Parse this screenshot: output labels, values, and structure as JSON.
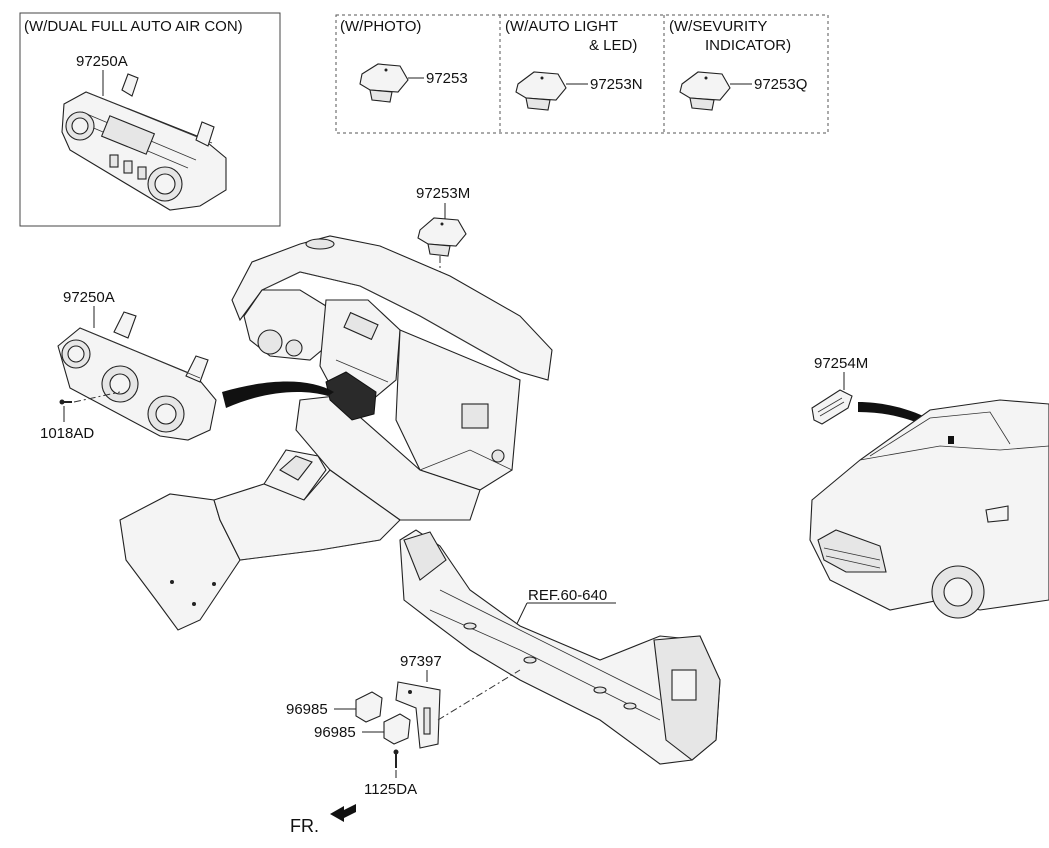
{
  "boxes": {
    "dual_header": "(W/DUAL FULL AUTO AIR CON)",
    "photo_header": "(W/PHOTO)",
    "autolight_header_1": "(W/AUTO LIGHT",
    "autolight_header_2": "& LED)",
    "security_header_1": "(W/SEVURITY",
    "security_header_2": "INDICATOR)"
  },
  "labels": {
    "p97250A_top": "97250A",
    "p97253": "97253",
    "p97253N": "97253N",
    "p97253Q": "97253Q",
    "p97253M": "97253M",
    "p97250A": "97250A",
    "p1018AD": "1018AD",
    "p97254M": "97254M",
    "ref": "REF.60-640",
    "p97397": "97397",
    "p96985_a": "96985",
    "p96985_b": "96985",
    "p1125DA": "1125DA",
    "front": "FR."
  },
  "colors": {
    "line": "#222222",
    "fill": "#f4f4f4",
    "accent": "#111111"
  }
}
